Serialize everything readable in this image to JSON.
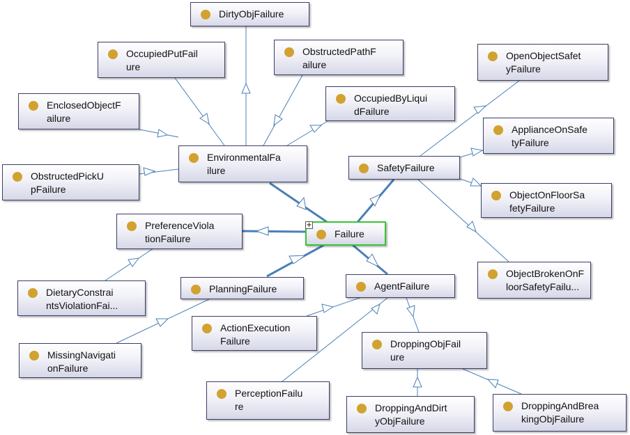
{
  "nodes": {
    "dirty": [
      "DirtyObjFailure"
    ],
    "occupied_put": [
      "OccupiedPutFail",
      "ure"
    ],
    "obstructed_path": [
      "ObstructedPathF",
      "ailure"
    ],
    "open_object": [
      "OpenObjectSafet",
      "yFailure"
    ],
    "enclosed": [
      "EnclosedObjectF",
      "ailure"
    ],
    "occupied_liquid": [
      "OccupiedByLiqui",
      "dFailure"
    ],
    "appliance": [
      "ApplianceOnSafe",
      "tyFailure"
    ],
    "environmental": [
      "EnvironmentalFa",
      "ilure"
    ],
    "safety": [
      "SafetyFailure"
    ],
    "obstructed_pickup": [
      "ObstructedPickU",
      "pFailure"
    ],
    "floor_safety": [
      "ObjectOnFloorSa",
      "fetyFailure"
    ],
    "preference": [
      "PreferenceViola",
      "tionFailure"
    ],
    "failure": [
      "Failure"
    ],
    "broken_floor": [
      "ObjectBrokenOnF",
      "loorSafetyFailu..."
    ],
    "dietary": [
      "DietaryConstrai",
      "ntsViolationFai..."
    ],
    "planning": [
      "PlanningFailure"
    ],
    "agent": [
      "AgentFailure"
    ],
    "action_exec": [
      "ActionExecution",
      "Failure"
    ],
    "missing_nav": [
      "MissingNavigati",
      "onFailure"
    ],
    "dropping": [
      "DroppingObjFail",
      "ure"
    ],
    "perception": [
      "PerceptionFailu",
      "re"
    ],
    "dirty_drop": [
      "DroppingAndDirt",
      "yObjFailure"
    ],
    "break_drop": [
      "DroppingAndBrea",
      "kingObjFailure"
    ]
  },
  "expand_glyph": "+",
  "colors": {
    "edge": "#4b7fb6",
    "node_border": "#3a3d66",
    "selected_border": "#35c535",
    "class_dot": "#d1a22f"
  }
}
